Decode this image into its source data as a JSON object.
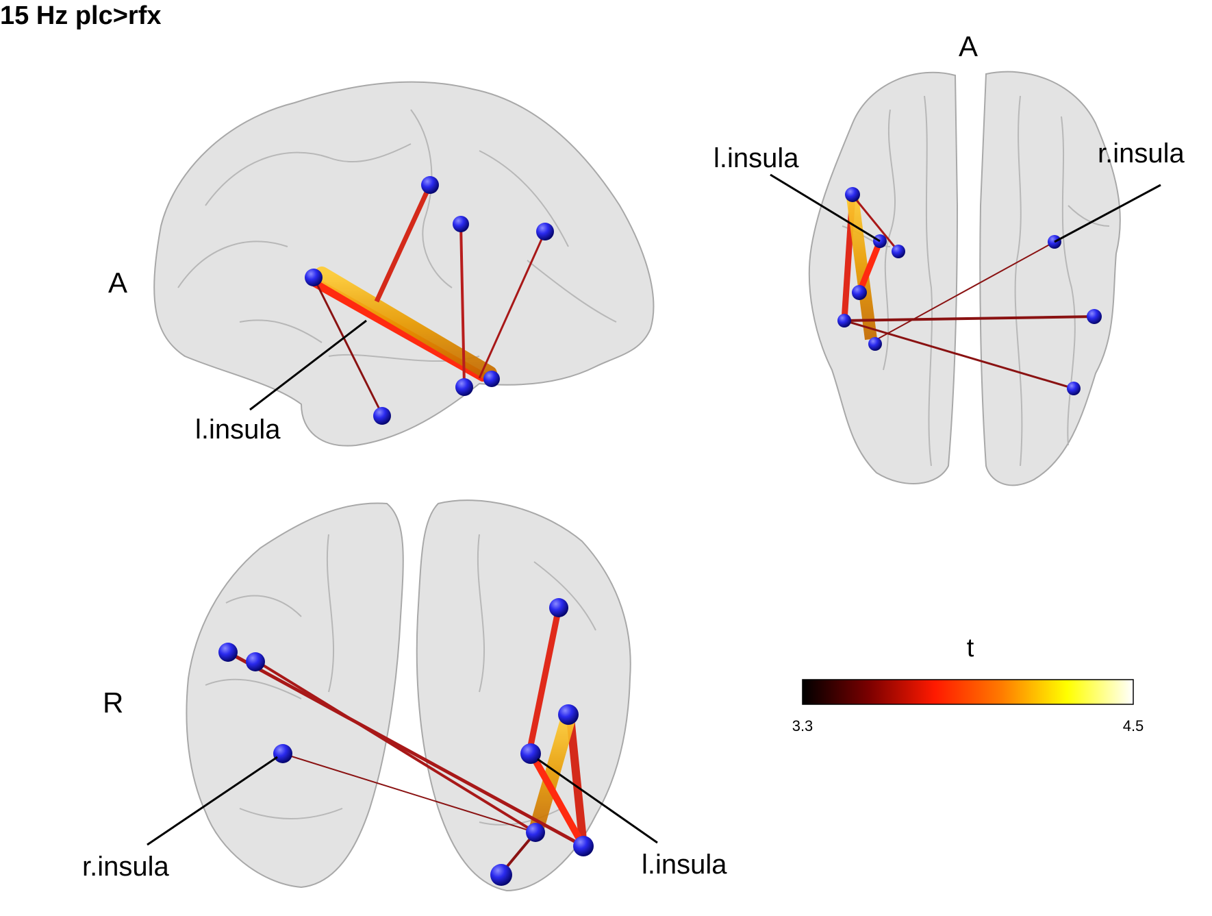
{
  "title": "15 Hz plc>rfx",
  "panels": {
    "sagittal": {
      "orientation_label": "A",
      "callouts": [
        {
          "text": "l.insula"
        }
      ]
    },
    "axial": {
      "orientation_label": "A",
      "callouts": [
        {
          "text": "l.insula"
        },
        {
          "text": "r.insula"
        }
      ]
    },
    "coronal": {
      "orientation_label": "R",
      "callouts": [
        {
          "text": "r.insula"
        },
        {
          "text": "l.insula"
        }
      ]
    }
  },
  "colorbar": {
    "label": "t",
    "min": "3.3",
    "max": "4.5",
    "colormap": [
      "#000000",
      "#7a0000",
      "#ff1a00",
      "#ff7a00",
      "#ffff00",
      "#ffffff"
    ]
  },
  "colors": {
    "node": "#1a1ad9",
    "brain_fill": "#dcdcdc",
    "brain_edge": "#9a9a9a"
  }
}
